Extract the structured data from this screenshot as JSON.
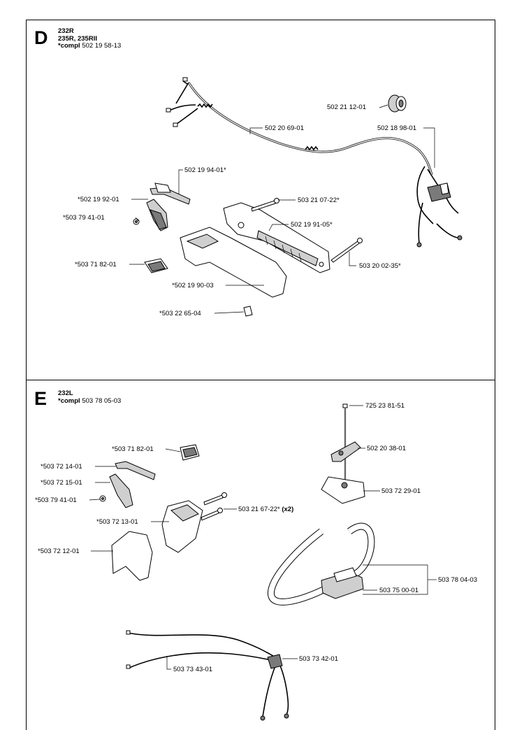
{
  "sections": [
    {
      "letter": "D",
      "models_line1": "232R",
      "models_line2": "235R, 235RII",
      "compl_prefix": "*compl",
      "compl_number": "502 19 58-13"
    },
    {
      "letter": "E",
      "models_line1": "232L",
      "compl_prefix": "*compl",
      "compl_number": "503 78 05-03"
    }
  ],
  "parts_d": {
    "p1": "502 21 12-01",
    "p2": "502 20 69-01",
    "p3": "502 18 98-01",
    "p4": "502 19 94-01*",
    "p5": "*502 19 92-01",
    "p6": "503 21 07-22*",
    "p7": "*503 79 41-01",
    "p8": "502 19 91-05*",
    "p9": "*503 71 82-01",
    "p10": "503 20 02-35*",
    "p11": "*502 19 90-03",
    "p12": "*503 22 65-04"
  },
  "parts_e": {
    "p1": "725 23 81-51",
    "p2": "*503 71 82-01",
    "p3": "502 20 38-01",
    "p4": "*503 72 14-01",
    "p5": "*503 72 15-01",
    "p6": "503 72 29-01",
    "p7": "*503 79 41-01",
    "p8_num": "503 21 67-22*",
    "p8_qty": "(x2)",
    "p9": "*503 72 13-01",
    "p10": "*503 72 12-01",
    "p11": "503 78 04-03",
    "p12": "503 75 00-01",
    "p13": "503 73 42-01",
    "p14": "503 73 43-01"
  }
}
